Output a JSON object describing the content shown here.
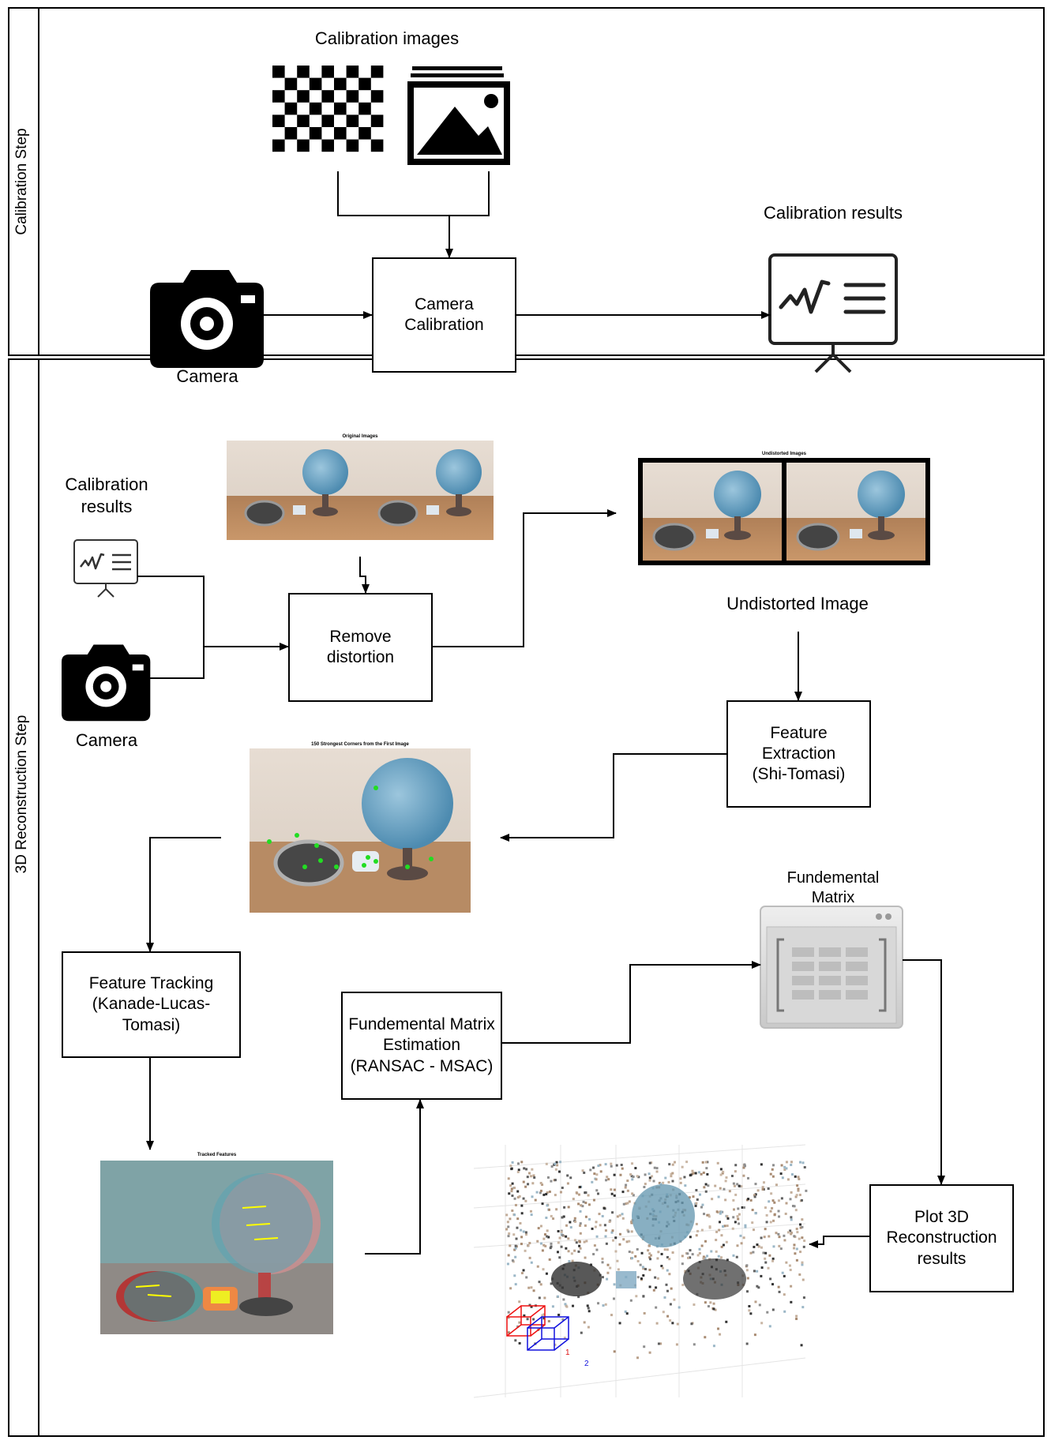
{
  "lanes": {
    "calibration": {
      "label": "Calibration Step"
    },
    "reconstruction": {
      "label": "3D Reconstruction Step"
    }
  },
  "calibration_step": {
    "images_caption": "Calibration images",
    "camera_caption": "Camera",
    "process_box": "Camera\nCalibration",
    "results_caption": "Calibration results"
  },
  "reconstruction_step": {
    "calib_results_caption": "Calibration\nresults",
    "camera_caption": "Camera",
    "original_images_title": "Original Images",
    "remove_distortion_box": "Remove\ndistortion",
    "undistorted_images_title": "Undistorted Images",
    "undistorted_caption": "Undistorted Image",
    "feature_extraction_box": "Feature Extraction\n(Shi-Tomasi)",
    "corners_title": "150 Strongest Corners from the First Image",
    "feature_tracking_box": "Feature Tracking\n(Kanade-Lucas-Tomasi)",
    "tracked_title": "Tracked Features",
    "fm_estimation_box": "Fundemental Matrix\nEstimation\n(RANSAC - MSAC)",
    "fm_caption": "Fundemental\nMatrix",
    "plot_box": "Plot 3D\nReconstruction\nresults",
    "camera_label_1": "1",
    "camera_label_2": "2"
  },
  "icons": [
    "checkerboard-icon",
    "image-stack-icon",
    "camera-icon",
    "presentation-chart-icon",
    "spreadsheet-window-icon"
  ]
}
